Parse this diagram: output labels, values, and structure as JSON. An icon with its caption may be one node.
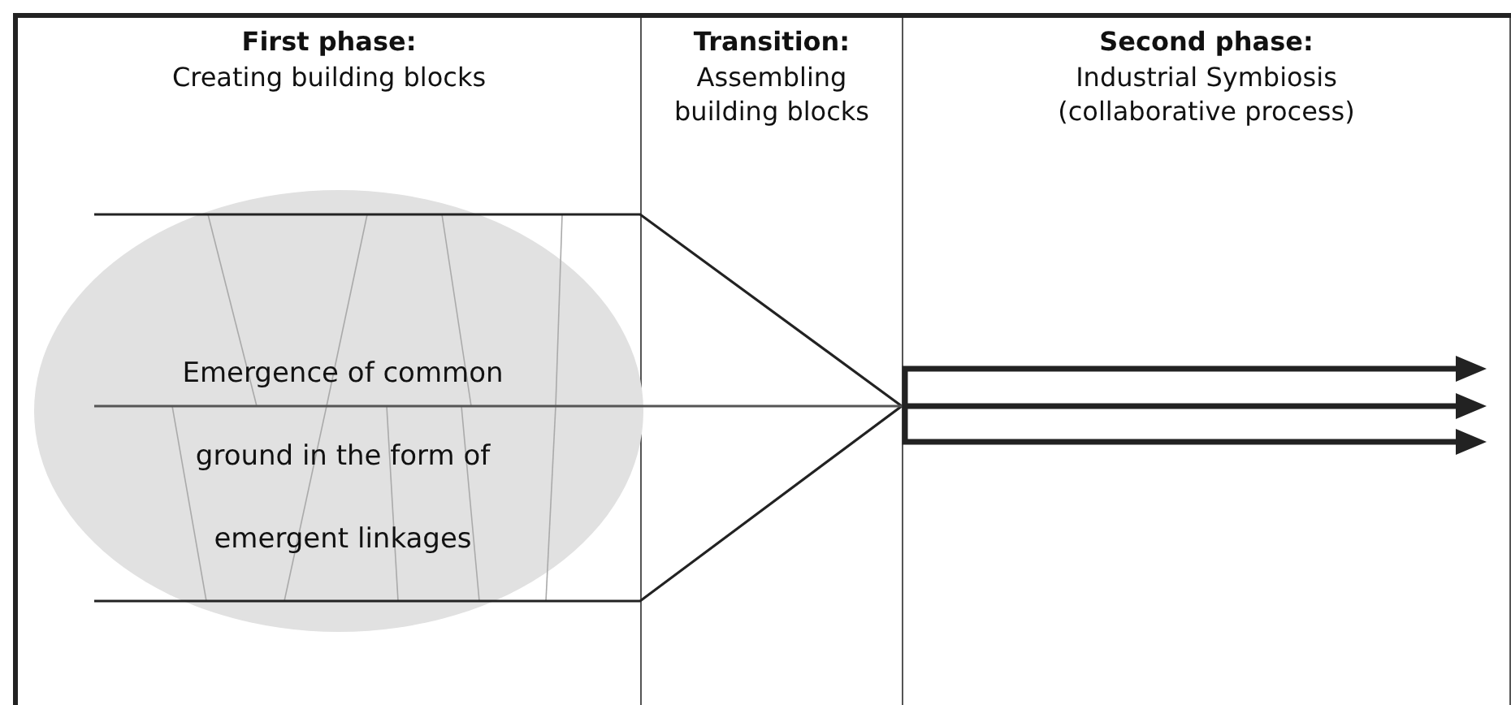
{
  "diagram": {
    "nodes": [
      {
        "text": [
          "First phase:",
          "Creating building blocks"
        ]
      },
      {
        "text": [
          "Transition:",
          "Assembling building blocks"
        ]
      },
      {
        "text": [
          "Second phase:",
          "Industrial Symbiosis (collaborative process)"
        ]
      },
      {
        "text": [
          "Emergence of common ground in the form of emergent linkages"
        ],
        "in": 0
      }
    ],
    "edges": []
  }
}
